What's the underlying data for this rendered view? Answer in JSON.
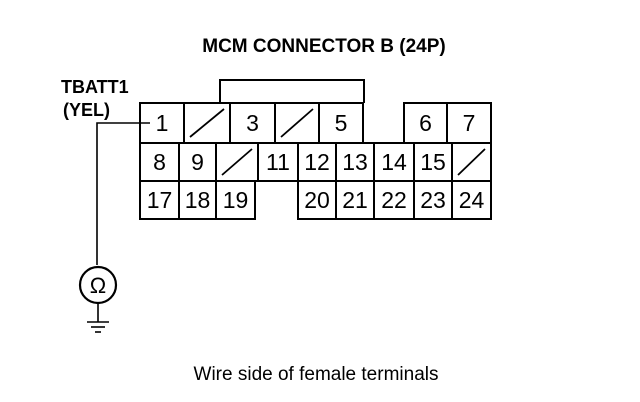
{
  "title": "MCM CONNECTOR B (24P)",
  "wire_label": {
    "terminal": "TBATT1",
    "color": "(YEL)"
  },
  "meter_symbol": "Ω",
  "meter_icon": "ohmmeter-icon",
  "ground_icon": "ground-icon",
  "caption": "Wire side of female terminals",
  "connector": {
    "pin_count": 24,
    "empty_cavities": [
      2,
      4,
      10,
      16
    ],
    "absent_positions": [
      6,
      19
    ],
    "labeled_pins": [
      "1",
      "3",
      "5",
      "6",
      "7",
      "8",
      "9",
      "11",
      "12",
      "13",
      "14",
      "15",
      "17",
      "18",
      "19",
      "20",
      "21",
      "22",
      "23",
      "24"
    ]
  }
}
